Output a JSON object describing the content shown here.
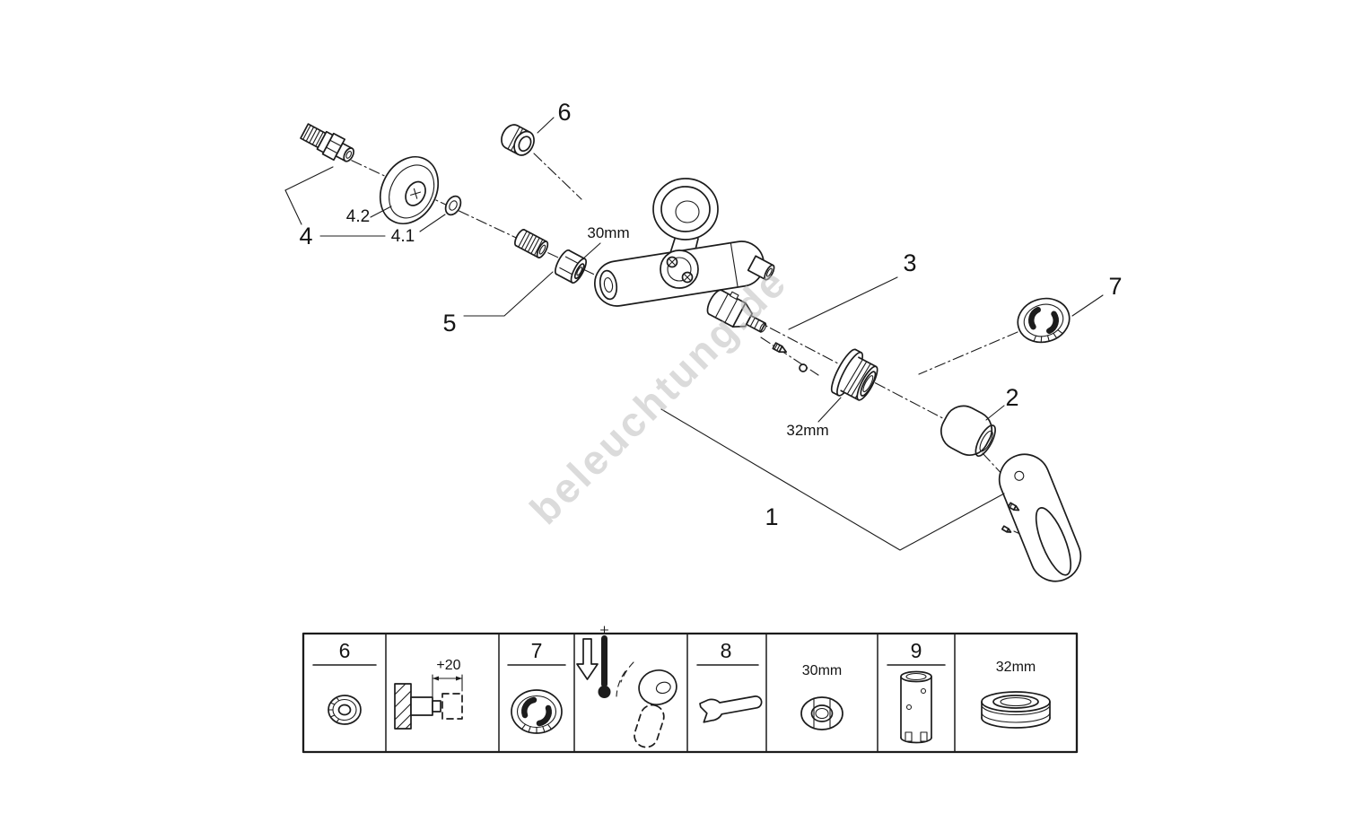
{
  "watermark": "beleuchtung.de",
  "diagram": {
    "callouts": {
      "part1": "1",
      "part2": "2",
      "part3": "3",
      "part4": "4",
      "part4_1": "4.1",
      "part4_2": "4.2",
      "part5": "5",
      "part6": "6",
      "part7": "7"
    },
    "dimensions": {
      "union_nut": "30mm",
      "adapter_ring": "32mm"
    }
  },
  "legend": {
    "cell_part6_label": "6",
    "cell_wall_projection_dim": "+20",
    "cell_part7_label": "7",
    "cell_part8_label": "8",
    "cell_union_nut_dim": "30mm",
    "cell_part9_label": "9",
    "cell_adapter_dim": "32mm"
  }
}
